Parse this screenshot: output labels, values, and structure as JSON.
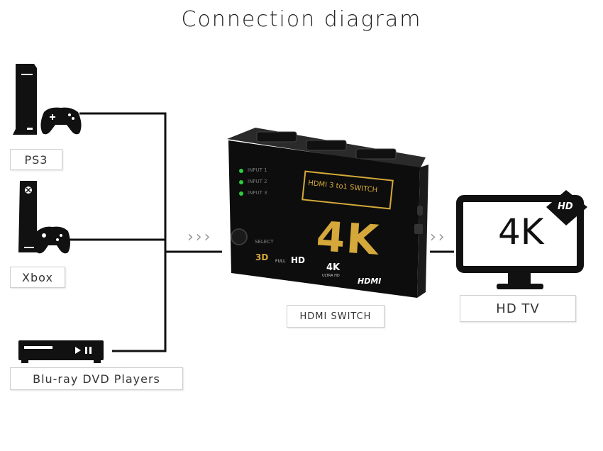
{
  "title": "Connection diagram",
  "devices": {
    "ps3": "PS3",
    "xbox": "Xbox",
    "bluray": "Blu-ray DVD Players"
  },
  "switch": {
    "caption": "HDMI SWITCH",
    "badge": "HDMI 3 to1 SWITCH",
    "big_label": "4K",
    "select": "SELECT",
    "inputs": [
      "INPUT 1",
      "INPUT 2",
      "INPUT 3"
    ],
    "bottom_3d": "3D",
    "bottom_full": "FULL",
    "bottom_hd": "HD",
    "bottom_4k": "4K",
    "bottom_ultra": "ULTRA HD",
    "bottom_hdmi": "HDMI"
  },
  "tv": {
    "caption": "HD TV",
    "screen_text": "4K",
    "corner_badge": "HD"
  },
  "arrows": {
    "left": "›››",
    "right": "››"
  },
  "colors": {
    "accent_gold": "#d4a83a",
    "led_green": "#2ecc40",
    "line": "#111111"
  }
}
